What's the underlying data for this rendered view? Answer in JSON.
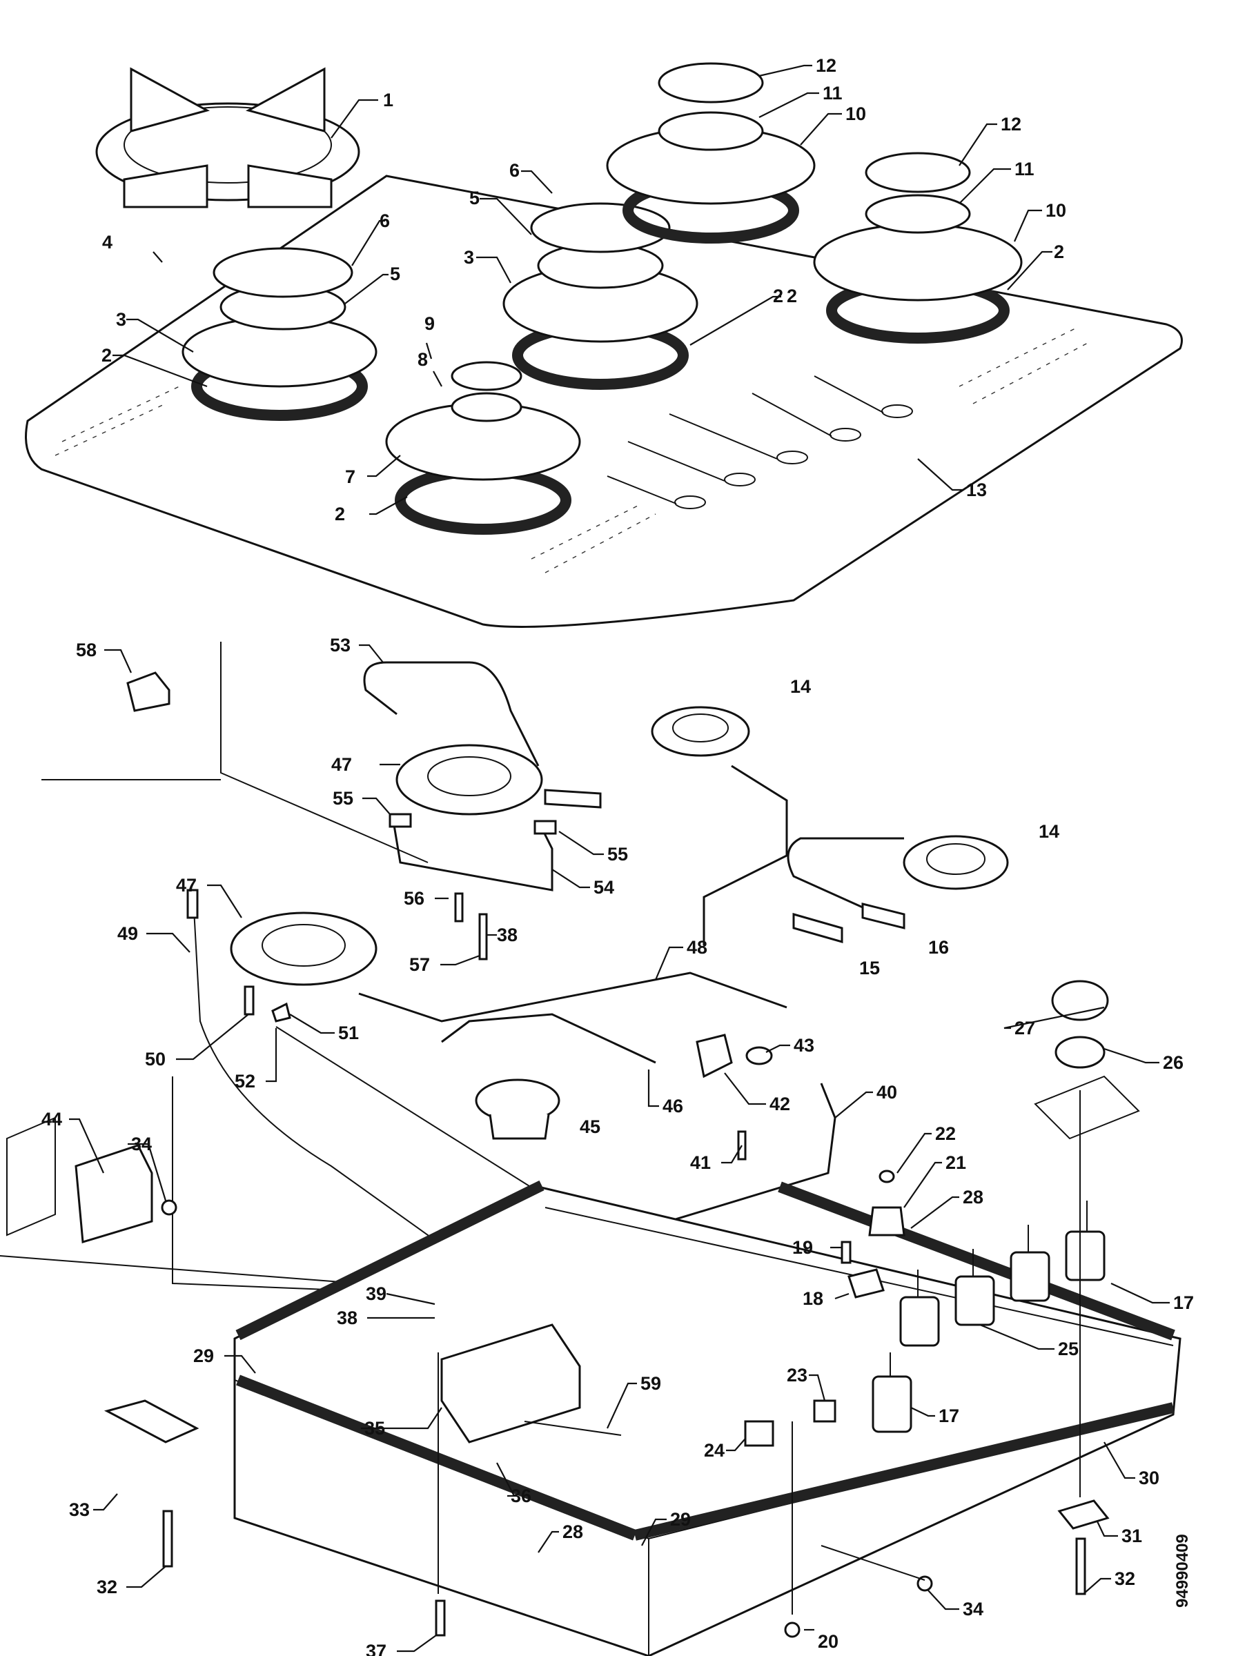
{
  "document_number": "94990409",
  "callouts": [
    {
      "id": "c1",
      "text": "1"
    },
    {
      "id": "c2a",
      "text": "2"
    },
    {
      "id": "c2b",
      "text": "2"
    },
    {
      "id": "c2c",
      "text": "2"
    },
    {
      "id": "c2d",
      "text": "2"
    },
    {
      "id": "c2e",
      "text": "2"
    },
    {
      "id": "c3a",
      "text": "3"
    },
    {
      "id": "c3b",
      "text": "3"
    },
    {
      "id": "c4",
      "text": "4"
    },
    {
      "id": "c5a",
      "text": "5"
    },
    {
      "id": "c5b",
      "text": "5"
    },
    {
      "id": "c6a",
      "text": "6"
    },
    {
      "id": "c6b",
      "text": "6"
    },
    {
      "id": "c7",
      "text": "7"
    },
    {
      "id": "c8",
      "text": "8"
    },
    {
      "id": "c9",
      "text": "9"
    },
    {
      "id": "c10a",
      "text": "10"
    },
    {
      "id": "c10b",
      "text": "10"
    },
    {
      "id": "c11a",
      "text": "11"
    },
    {
      "id": "c11b",
      "text": "11"
    },
    {
      "id": "c12a",
      "text": "12"
    },
    {
      "id": "c12b",
      "text": "12"
    },
    {
      "id": "c13",
      "text": "13"
    },
    {
      "id": "c14a",
      "text": "14"
    },
    {
      "id": "c14b",
      "text": "14"
    },
    {
      "id": "c15",
      "text": "15"
    },
    {
      "id": "c16",
      "text": "16"
    },
    {
      "id": "c17a",
      "text": "17"
    },
    {
      "id": "c17b",
      "text": "17"
    },
    {
      "id": "c18",
      "text": "18"
    },
    {
      "id": "c19",
      "text": "19"
    },
    {
      "id": "c20",
      "text": "20"
    },
    {
      "id": "c21",
      "text": "21"
    },
    {
      "id": "c22",
      "text": "22"
    },
    {
      "id": "c23",
      "text": "23"
    },
    {
      "id": "c24",
      "text": "24"
    },
    {
      "id": "c25",
      "text": "25"
    },
    {
      "id": "c26",
      "text": "26"
    },
    {
      "id": "c27",
      "text": "27"
    },
    {
      "id": "c28a",
      "text": "28"
    },
    {
      "id": "c28b",
      "text": "28"
    },
    {
      "id": "c29a",
      "text": "29"
    },
    {
      "id": "c29b",
      "text": "29"
    },
    {
      "id": "c30",
      "text": "30"
    },
    {
      "id": "c31",
      "text": "31"
    },
    {
      "id": "c32a",
      "text": "32"
    },
    {
      "id": "c32b",
      "text": "32"
    },
    {
      "id": "c33",
      "text": "33"
    },
    {
      "id": "c34a",
      "text": "34"
    },
    {
      "id": "c34b",
      "text": "34"
    },
    {
      "id": "c35",
      "text": "35"
    },
    {
      "id": "c36",
      "text": "36"
    },
    {
      "id": "c37",
      "text": "37"
    },
    {
      "id": "c38a",
      "text": "38"
    },
    {
      "id": "c38b",
      "text": "38"
    },
    {
      "id": "c39",
      "text": "39"
    },
    {
      "id": "c40",
      "text": "40"
    },
    {
      "id": "c41",
      "text": "41"
    },
    {
      "id": "c42",
      "text": "42"
    },
    {
      "id": "c43",
      "text": "43"
    },
    {
      "id": "c44",
      "text": "44"
    },
    {
      "id": "c45",
      "text": "45"
    },
    {
      "id": "c46",
      "text": "46"
    },
    {
      "id": "c47a",
      "text": "47"
    },
    {
      "id": "c47b",
      "text": "47"
    },
    {
      "id": "c48",
      "text": "48"
    },
    {
      "id": "c49",
      "text": "49"
    },
    {
      "id": "c50",
      "text": "50"
    },
    {
      "id": "c51",
      "text": "51"
    },
    {
      "id": "c52",
      "text": "52"
    },
    {
      "id": "c53",
      "text": "53"
    },
    {
      "id": "c54",
      "text": "54"
    },
    {
      "id": "c55a",
      "text": "55"
    },
    {
      "id": "c55b",
      "text": "55"
    },
    {
      "id": "c56",
      "text": "56"
    },
    {
      "id": "c57",
      "text": "57"
    },
    {
      "id": "c58",
      "text": "58"
    },
    {
      "id": "c59",
      "text": "59"
    }
  ]
}
